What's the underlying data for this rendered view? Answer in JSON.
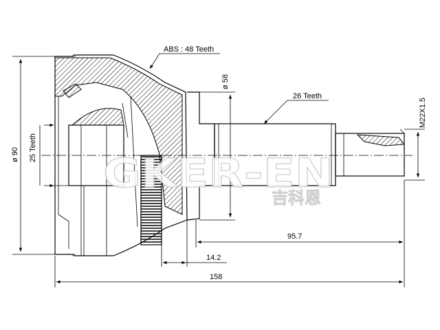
{
  "watermark": {
    "brand": "GKER-EN",
    "chinese": "吉科恩"
  },
  "labels": {
    "abs": "ABS : 48 Teeth",
    "spline_outer": "26 Teeth",
    "spline_inner": "25 Teeth",
    "outer_diameter": "ø 90",
    "shoulder_diameter": "ø 58",
    "thread": "M22X1.5",
    "length_spline": "95.7",
    "length_abs": "14.2",
    "length_total": "158"
  }
}
